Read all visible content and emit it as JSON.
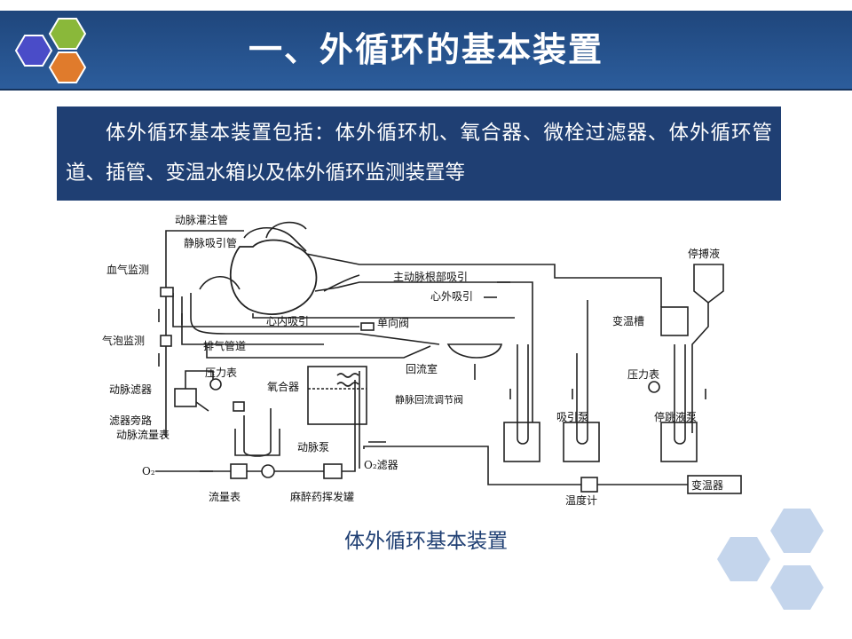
{
  "header": {
    "title": "一、外循环的基本装置"
  },
  "intro": {
    "text": "体外循环基本装置包括：体外循环机、氧合器、微栓过滤器、体外循环管道、插管、变温水箱以及体外循环监测装置等"
  },
  "diagram": {
    "labels": {
      "arterial_cannula": "动脉灌注管",
      "venous_cannula": "静脉吸引管",
      "blood_gas": "血气监测",
      "bubble_monitor": "气泡监测",
      "arterial_filter": "动脉滤器",
      "filter_bypass": "滤器旁路",
      "arterial_flowmeter": "动脉流量表",
      "pressure_gauge_1": "压力表",
      "oxygenator": "氧合器",
      "intracardiac_suction": "心内吸引",
      "check_valve": "单向阀",
      "vent_line": "排气管道",
      "aortic_root_suction": "主动脉根部吸引",
      "pericardial_suction": "心外吸引",
      "reservoir": "回流室",
      "venous_return_valve": "静脉回流调节阀",
      "arterial_pump": "动脉泵",
      "o2_filter": "O₂滤器",
      "o2": "O₂",
      "flowmeter": "流量表",
      "vaporizer": "麻醉药挥发罐",
      "thermometer": "温度计",
      "heat_exchanger": "变温器",
      "heat_tank": "变温槽",
      "cardioplegia": "停搏液",
      "pressure_gauge_2": "压力表",
      "suction_pump": "吸引泵",
      "cardioplegia_pump": "停跳液泵"
    }
  },
  "caption": "体外循环基本装置"
}
